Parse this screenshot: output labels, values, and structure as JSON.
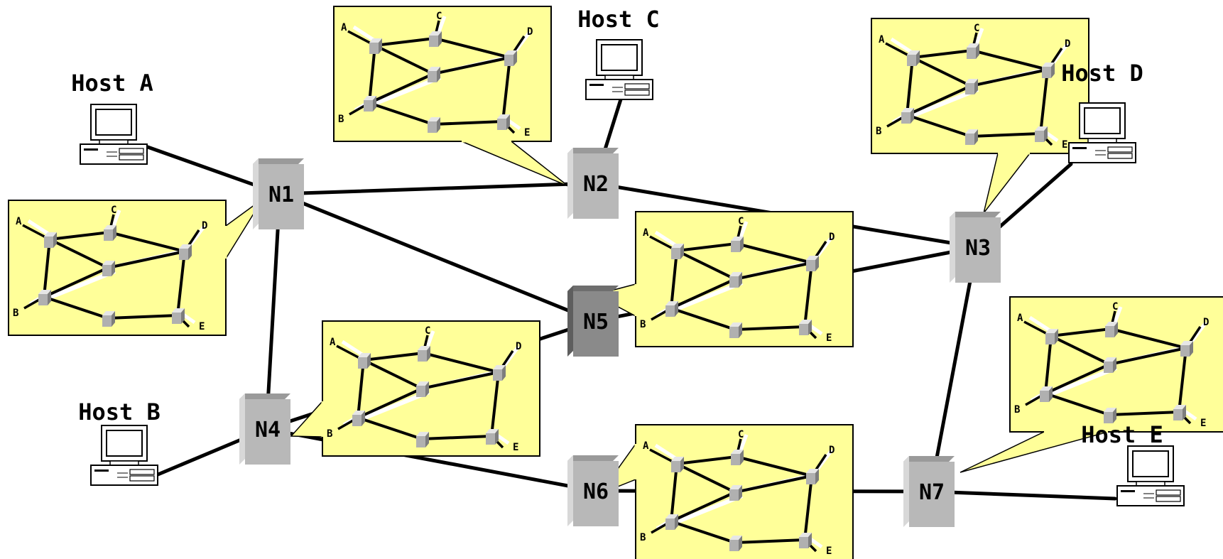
{
  "hosts": [
    {
      "id": "A",
      "label": "Host A"
    },
    {
      "id": "B",
      "label": "Host B"
    },
    {
      "id": "C",
      "label": "Host C"
    },
    {
      "id": "D",
      "label": "Host D"
    },
    {
      "id": "E",
      "label": "Host E"
    }
  ],
  "nodes": [
    {
      "id": "N1",
      "label": "N1",
      "shade": "light"
    },
    {
      "id": "N2",
      "label": "N2",
      "shade": "light"
    },
    {
      "id": "N3",
      "label": "N3",
      "shade": "light"
    },
    {
      "id": "N4",
      "label": "N4",
      "shade": "light"
    },
    {
      "id": "N5",
      "label": "N5",
      "shade": "dark"
    },
    {
      "id": "N6",
      "label": "N6",
      "shade": "light"
    },
    {
      "id": "N7",
      "label": "N7",
      "shade": "light"
    }
  ],
  "links": [
    [
      "HostA",
      "N1"
    ],
    [
      "HostB",
      "N4"
    ],
    [
      "HostC",
      "N2"
    ],
    [
      "HostD",
      "N3"
    ],
    [
      "HostE",
      "N7"
    ],
    [
      "N1",
      "N2"
    ],
    [
      "N1",
      "N4"
    ],
    [
      "N1",
      "N5"
    ],
    [
      "N2",
      "N3"
    ],
    [
      "N3",
      "N5"
    ],
    [
      "N3",
      "N7"
    ],
    [
      "N4",
      "N5"
    ],
    [
      "N4",
      "N6"
    ],
    [
      "N6",
      "N7"
    ]
  ],
  "table_letters": [
    "A",
    "B",
    "C",
    "D",
    "E"
  ],
  "callouts": [
    {
      "node": "N1"
    },
    {
      "node": "N2"
    },
    {
      "node": "N3"
    },
    {
      "node": "N4"
    },
    {
      "node": "N5"
    },
    {
      "node": "N6"
    },
    {
      "node": "N7"
    }
  ],
  "colors": {
    "callout_fill": "#ffff99",
    "node_light": "#b8b8b8",
    "node_dark": "#8a8a8a",
    "line": "#000000"
  }
}
